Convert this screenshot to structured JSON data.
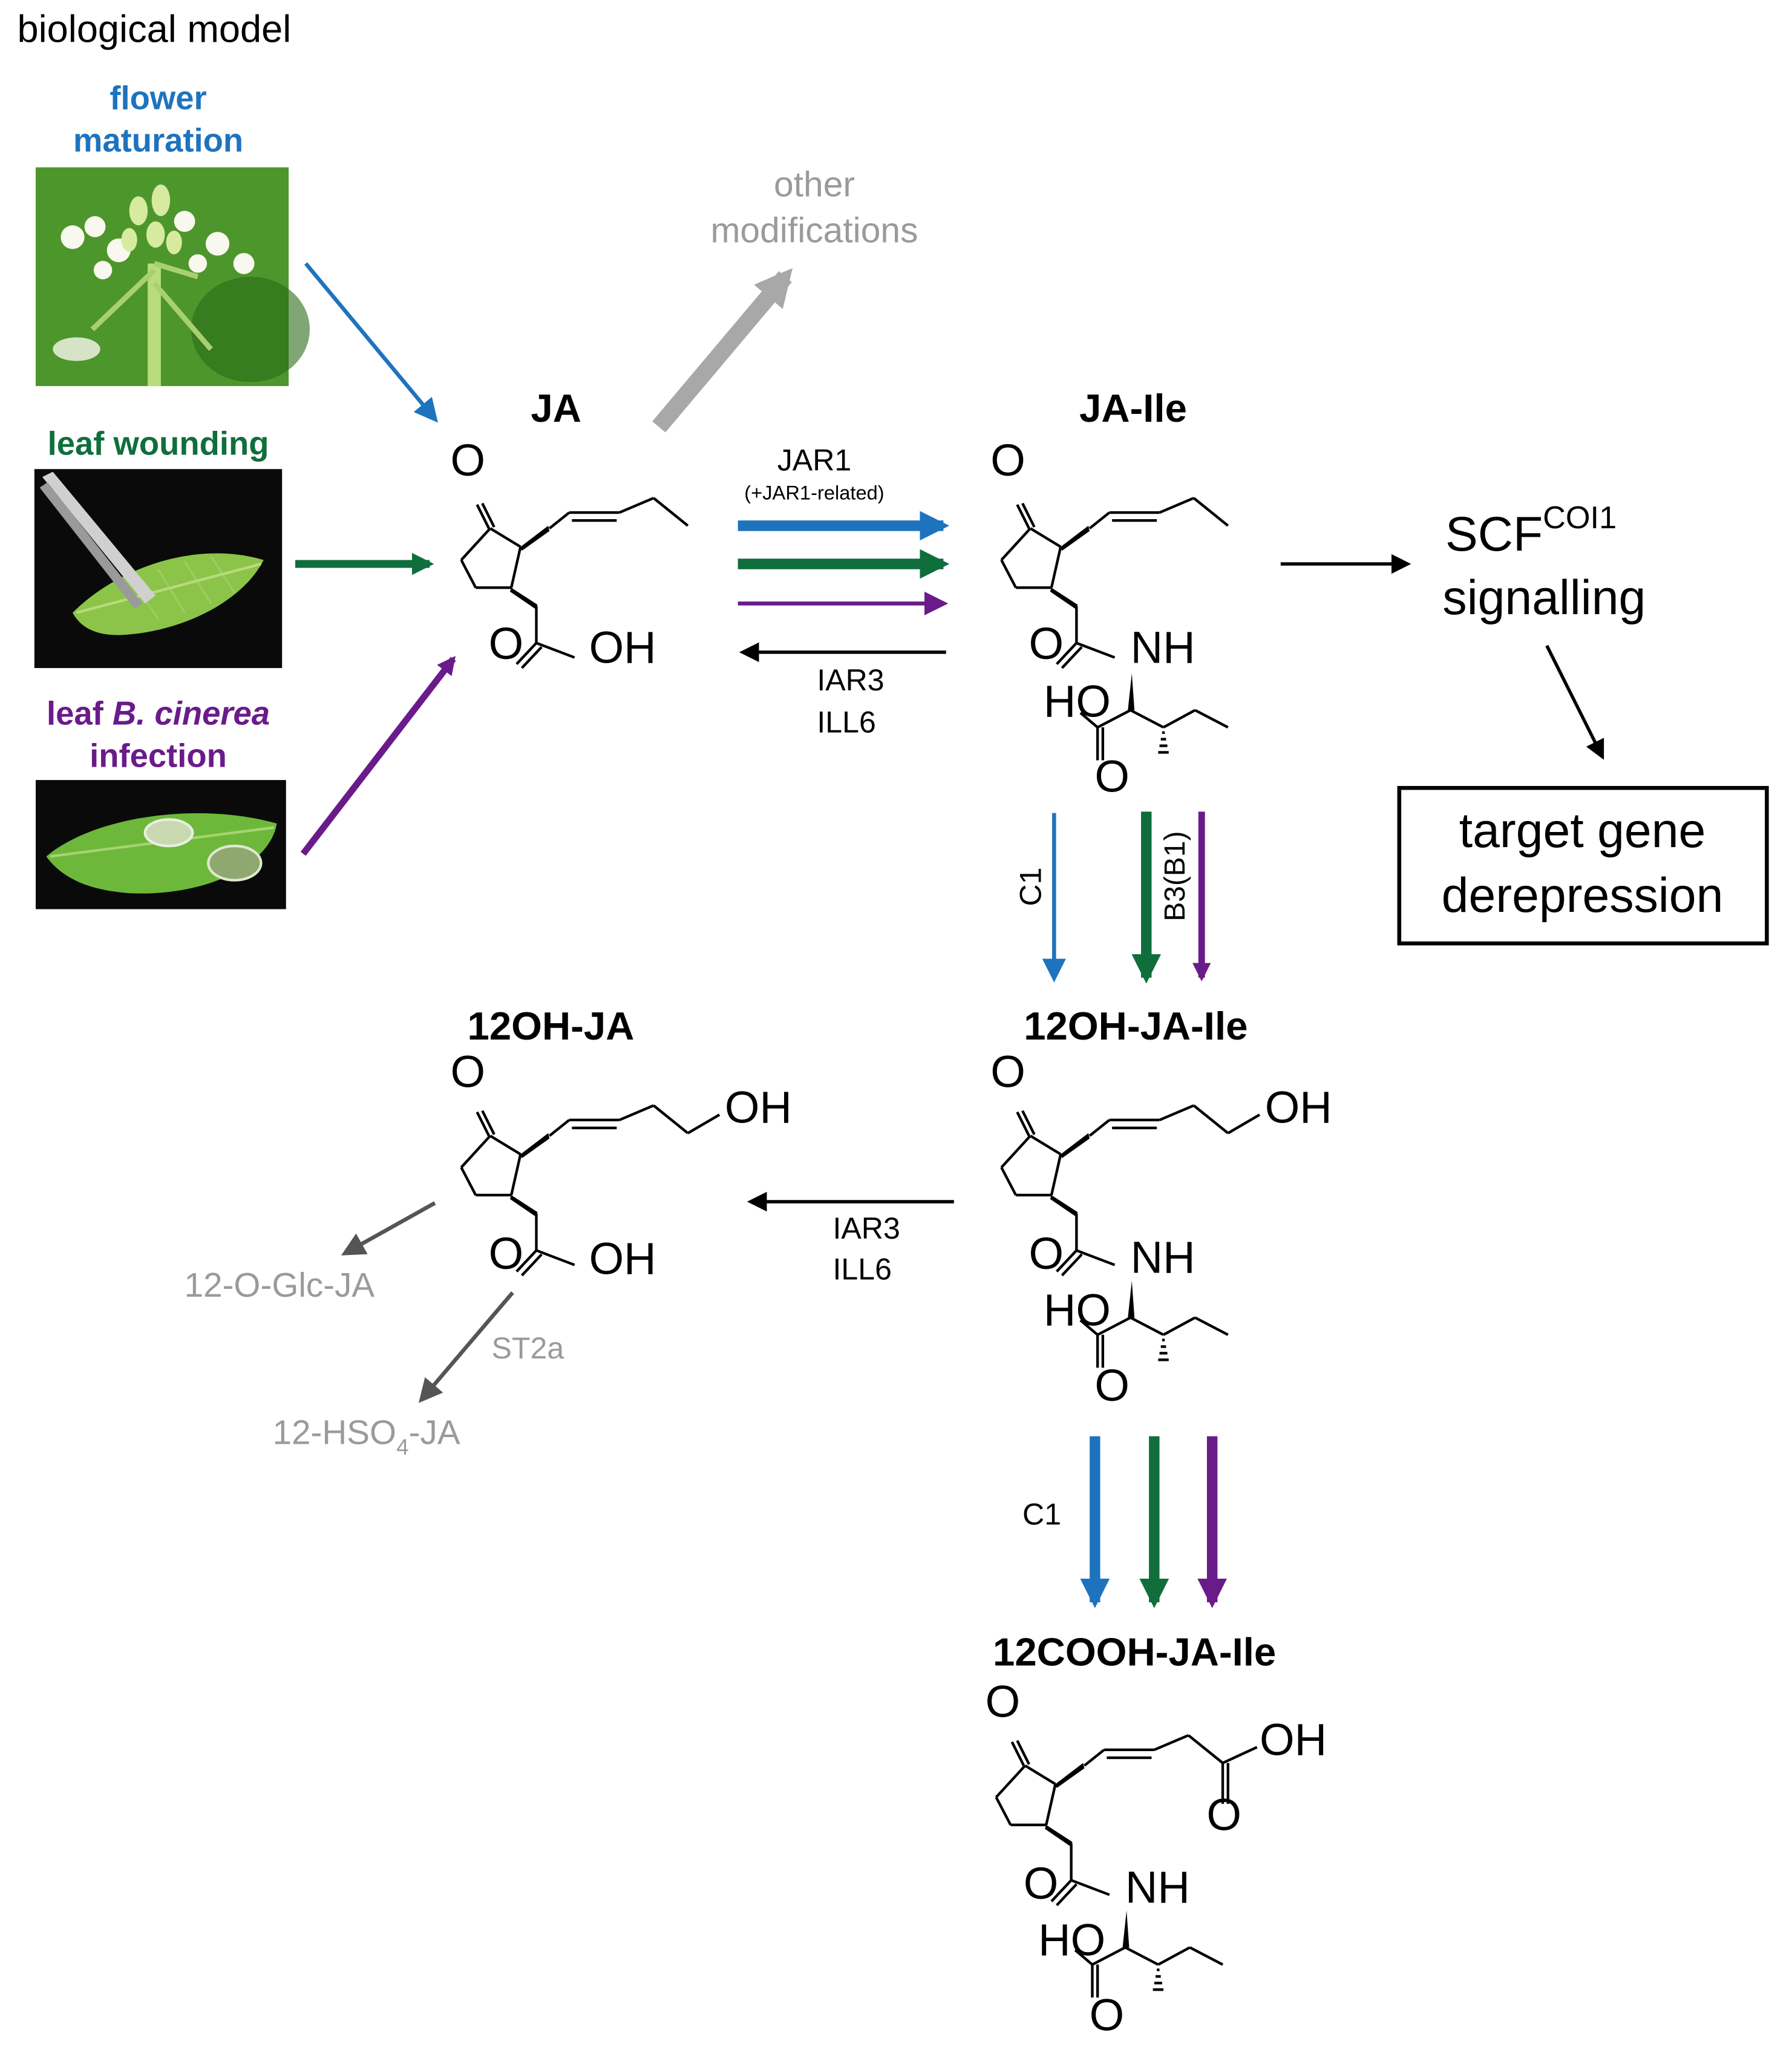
{
  "header": {
    "title": "biological model"
  },
  "colors": {
    "flower": "#1e73be",
    "wound": "#0f6e3c",
    "infection": "#6a1b8a",
    "grey_text": "#9a9a9a",
    "grey_arrow": "#a8a8a8",
    "dark_grey_arrow": "#555555"
  },
  "conditions": {
    "flower": {
      "line1": "flower",
      "line2": "maturation",
      "image": "photo-flower-inflorescence"
    },
    "wound": {
      "label": "leaf wounding",
      "image": "photo-leaf-wounding-forceps"
    },
    "infection": {
      "line1_a": "leaf ",
      "line1_b": "B. cinerea",
      "line2": "infection",
      "image": "photo-leaf-b-cinerea-lesions"
    }
  },
  "compounds": {
    "ja": "JA",
    "ja_ile": "JA-Ile",
    "oh_ja_ile": "12OH-JA-Ile",
    "oh_ja": "12OH-JA",
    "cooh_ja_ile": "12COOH-JA-Ile"
  },
  "atoms": {
    "o": "O",
    "oh": "OH",
    "nh": "NH",
    "ho": "HO"
  },
  "other_mods": {
    "line1": "other",
    "line2": "modifications"
  },
  "enzymes": {
    "jar1": "JAR1",
    "jar1_related": "(+JAR1-related)",
    "iar3": "IAR3",
    "ill6": "ILL6",
    "c1": "C1",
    "b3b1": "B3(B1)",
    "st2a": "ST2a"
  },
  "signalling": {
    "scf": "SCF",
    "coi1": "COI1",
    "line2": "signalling"
  },
  "target_box": {
    "line1": "target gene",
    "line2": "derepression"
  },
  "derivatives": {
    "glc": "12-O-Glc-JA",
    "hso4_a": "12-HSO",
    "hso4_sub": "4",
    "hso4_b": "-JA"
  }
}
